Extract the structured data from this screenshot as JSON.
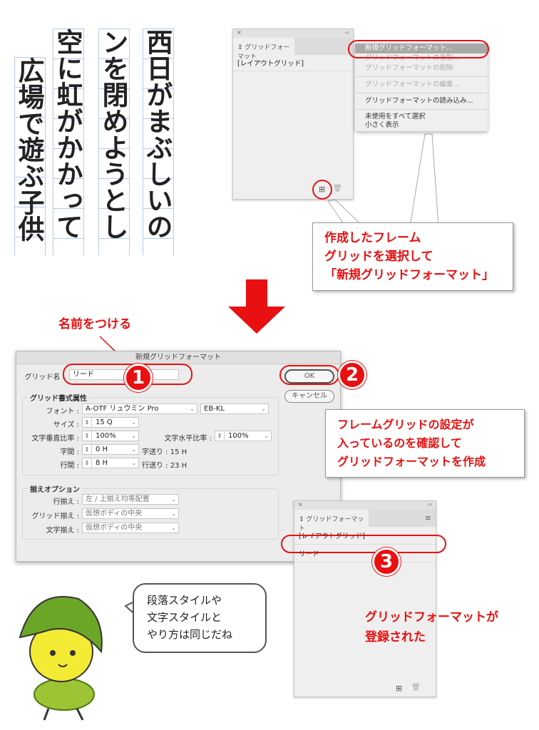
{
  "vertical_text": {
    "columns": [
      "西日がまぶしいの",
      "ンを閉めようとし",
      "空に虹がかかって",
      "広場で遊ぶ子供"
    ]
  },
  "panel_top": {
    "close": "×",
    "collapse": "‹‹",
    "tab": "グリッドフォーマット",
    "items": [
      "[レイアウトグリッド]"
    ]
  },
  "menu": {
    "items": [
      {
        "label": "新規グリッドフォーマット...",
        "state": "selected"
      },
      {
        "label": "グリッドフォーマットの複製...",
        "state": "disabled"
      },
      {
        "label": "グリッドフォーマットの削除",
        "state": "disabled"
      },
      {
        "label": "グリッドフォーマットの編集...",
        "state": "disabled"
      },
      {
        "label": "グリッドフォーマットの読み込み...",
        "state": "enabled"
      },
      {
        "label": "未使用をすべて選択",
        "state": "enabled"
      },
      {
        "label": "小さく表示",
        "state": "enabled"
      }
    ]
  },
  "callout_top": {
    "lines": [
      "作成したフレーム",
      "グリッドを選択して",
      "「新規グリッドフォーマット」"
    ]
  },
  "annotation_name": "名前をつける",
  "dialog": {
    "title": "新規グリッドフォーマット",
    "name_label": "グリッド名 :",
    "name_value": "リード",
    "ok": "OK",
    "cancel": "キャンセル",
    "group1": "グリッド書式属性",
    "font_label": "フォント :",
    "font_value": "A-OTF リュウミン Pro",
    "font_style": "EB-KL",
    "size_label": "サイズ :",
    "size_value": "15 Q",
    "vscale_label": "文字垂直比率 :",
    "vscale_value": "100%",
    "hscale_label": "文字水平比率 :",
    "hscale_value": "100%",
    "tracking_label": "字間 :",
    "tracking_value": "0 H",
    "char_advance": "字送り : 15 H",
    "leading_label": "行間 :",
    "leading_value": "8 H",
    "line_advance": "行送り : 23 H",
    "group2": "揃えオプション",
    "line_align_label": "行揃え :",
    "line_align_value": "左 / 上揃え均等配置",
    "grid_align_label": "グリッド揃え :",
    "grid_align_value": "仮想ボディの中央",
    "char_align_label": "文字揃え :",
    "char_align_value": "仮想ボディの中央"
  },
  "callout_mid": {
    "lines": [
      "フレームグリッドの設定が",
      "入っているのを確認して",
      "グリッドフォーマットを作成"
    ]
  },
  "panel_bottom": {
    "close": "×",
    "collapse": "‹‹",
    "tab": "グリッドフォーマット",
    "items": [
      "[レイアウトグリッド]",
      "リード"
    ]
  },
  "steps": [
    "1",
    "2",
    "3"
  ],
  "annotation_registered": [
    "グリッドフォーマットが",
    "登録された"
  ],
  "speech": [
    "段落スタイルや",
    "文字スタイルと",
    "やり方は同じだね"
  ],
  "colors": {
    "accent": "#e81010"
  }
}
